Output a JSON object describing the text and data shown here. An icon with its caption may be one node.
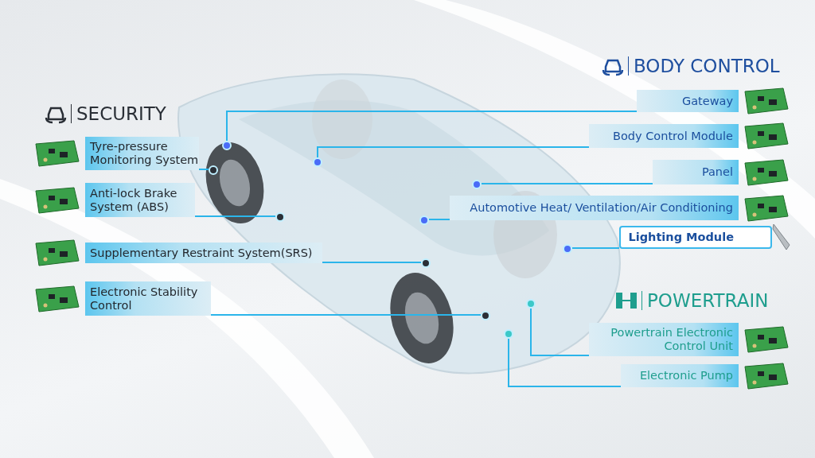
{
  "diagram": {
    "nodes": [
      {
        "text": [
          "Tyre-pressure Monitoring System"
        ]
      },
      {
        "text": [
          "Anti-lock Brake System (ABS)"
        ]
      },
      {
        "text": [
          "Supplementary Restraint System(SRS)"
        ]
      },
      {
        "text": [
          "Electronic Stability Control"
        ]
      },
      {
        "text": [
          "Gateway"
        ]
      },
      {
        "text": [
          "Body Control Module"
        ]
      },
      {
        "text": [
          "Panel"
        ]
      },
      {
        "text": [
          "Automotive Heat/ Ventilation/Air Conditioning"
        ]
      },
      {
        "text": [
          "Lighting Module"
        ]
      },
      {
        "text": [
          "Powertrain Electronic Control Unit"
        ]
      },
      {
        "text": [
          "Electronic Pump"
        ]
      },
      {
        "text": [],
        "shape": "circle"
      },
      {
        "text": [],
        "shape": "circle"
      },
      {
        "text": [],
        "shape": "circle"
      },
      {
        "text": [],
        "shape": "circle"
      },
      {
        "text": [],
        "shape": "circle"
      },
      {
        "text": [],
        "shape": "circle"
      },
      {
        "text": [],
        "shape": "circle"
      },
      {
        "text": [],
        "shape": "circle"
      },
      {
        "text": [],
        "shape": "circle"
      },
      {
        "text": [],
        "shape": "circle"
      },
      {
        "text": [],
        "shape": "circle"
      }
    ],
    "edges": [
      {
        "from": 0,
        "to": 11,
        "arrow": "none"
      },
      {
        "from": 1,
        "to": 12,
        "arrow": "none"
      },
      {
        "from": 2,
        "to": 13,
        "arrow": "none"
      },
      {
        "from": 3,
        "to": 14,
        "arrow": "none"
      },
      {
        "from": 4,
        "to": 15,
        "arrow": "none"
      },
      {
        "from": 5,
        "to": 16,
        "arrow": "none"
      },
      {
        "from": 6,
        "to": 17,
        "arrow": "none"
      },
      {
        "from": 7,
        "to": 18,
        "arrow": "none"
      },
      {
        "from": 8,
        "to": 19,
        "arrow": "none"
      },
      {
        "from": 9,
        "to": 20,
        "arrow": "none"
      },
      {
        "from": 10,
        "to": 21,
        "arrow": "none"
      }
    ],
    "labels": [
      "BODY CONTROL",
      "SECURITY",
      "POWERTRAIN"
    ]
  }
}
